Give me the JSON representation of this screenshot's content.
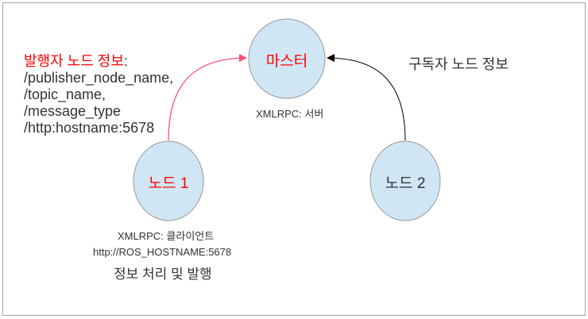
{
  "colors": {
    "node_fill": "#d0e6f5",
    "node_stroke": "#999999",
    "publish_arrow": "#ff4d7a",
    "subscribe_arrow": "#000000",
    "highlight": "#ff0000",
    "text": "#333333"
  },
  "nodes": {
    "master": {
      "label": "마스터",
      "caption": "XMLRPC: 서버"
    },
    "node1": {
      "label": "노드 1",
      "captions": [
        "XMLRPC: 클라이언트",
        "http://ROS_HOSTNAME:5678",
        "정보 처리 및 발행"
      ]
    },
    "node2": {
      "label": "노드 2"
    }
  },
  "publisher_info": {
    "heading": "발행자 노드 정보",
    "colon": ":",
    "lines": [
      "/publisher_node_name,",
      "/topic_name,",
      "/message_type",
      "/http:hostname:5678"
    ]
  },
  "subscriber_info": {
    "heading": "구독자 노드 정보"
  }
}
